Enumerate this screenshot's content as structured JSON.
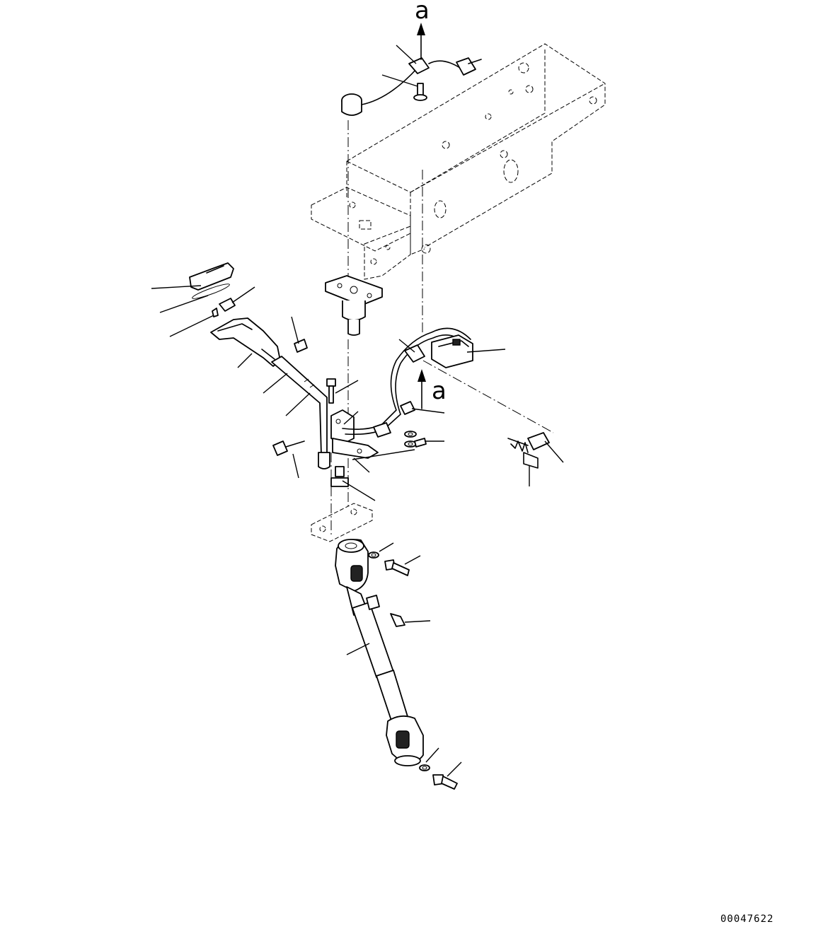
{
  "diagram": {
    "reference_marks": [
      {
        "id": "top",
        "label": "a"
      },
      {
        "id": "connector",
        "label": "a"
      }
    ],
    "drawing_number": "00047622"
  }
}
